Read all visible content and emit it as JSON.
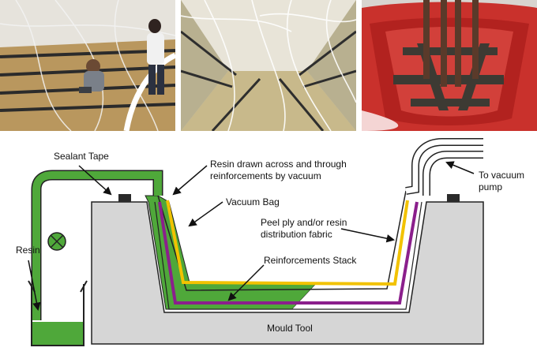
{
  "photos": [
    {
      "name": "layup-workers-photo"
    },
    {
      "name": "vacuum-lines-photo"
    },
    {
      "name": "red-hull-mould-photo"
    }
  ],
  "diagram": {
    "labels": {
      "sealant_tape": "Sealant Tape",
      "resin_drawn_line1": "Resin drawn across and through",
      "resin_drawn_line2": "reinforcements by vacuum",
      "vacuum_bag": "Vacuum Bag",
      "to_vacuum_line1": "To vacuum",
      "to_vacuum_line2": "pump",
      "resin": "Resin",
      "peel_ply_line1": "Peel ply and/or resin",
      "peel_ply_line2": "distribution fabric",
      "reinforcements_stack": "Reinforcements Stack",
      "mould_tool": "Mould Tool"
    },
    "colors": {
      "resin_green": "#4fa83a",
      "mould_grey": "#d6d6d6",
      "peel_ply_yellow": "#f2c200",
      "reinforcement_purple": "#8b1f8c",
      "outline": "#222222"
    },
    "icons": [
      "valve-icon",
      "sealant-tape-block",
      "vacuum-pump-hose"
    ]
  }
}
